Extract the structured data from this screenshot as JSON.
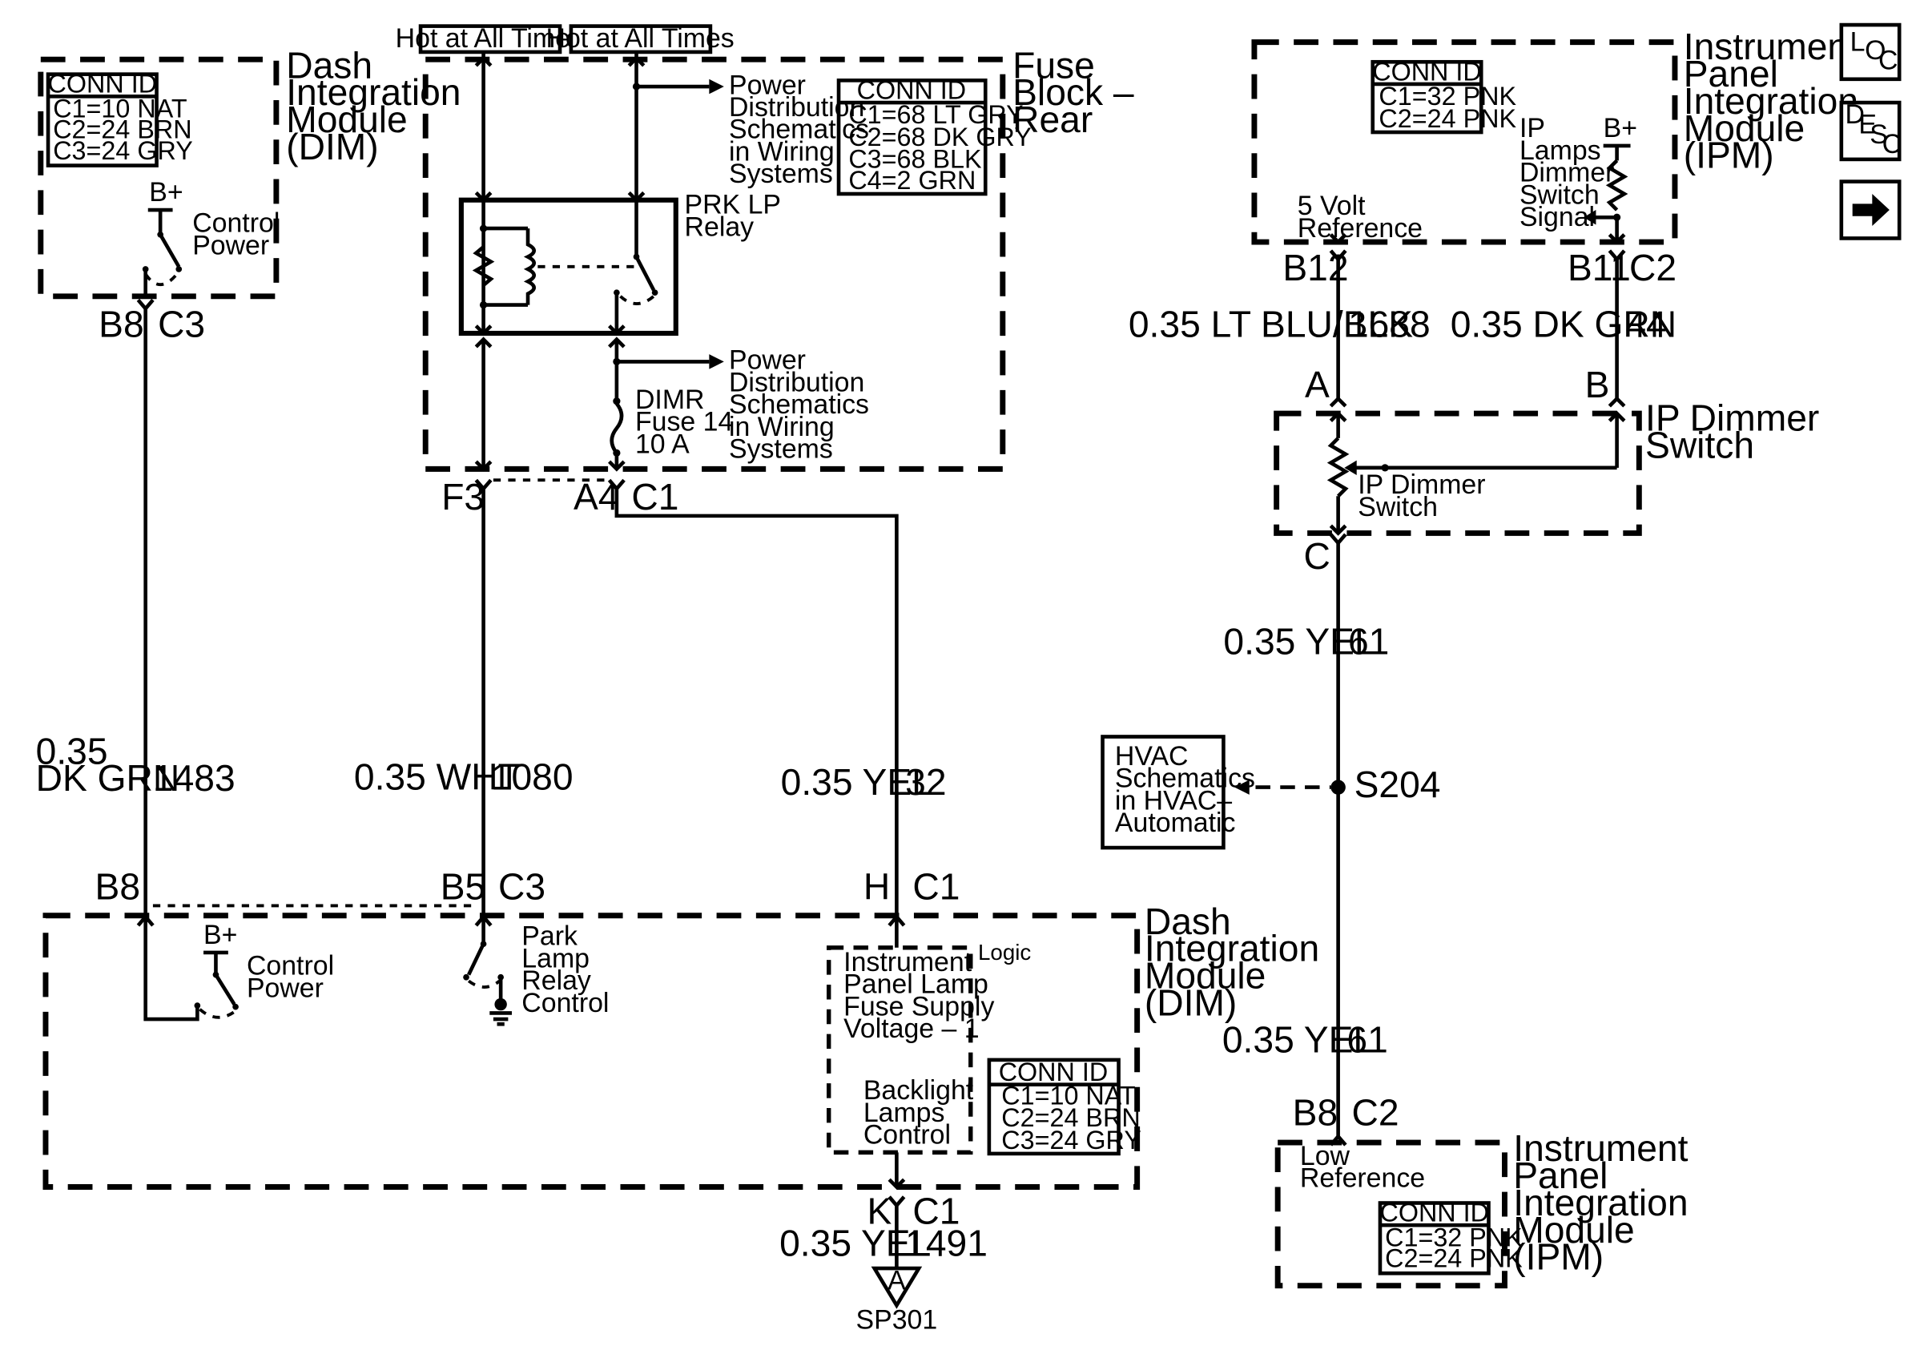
{
  "hot_labels": [
    "Hot at All Times",
    "Hot at All Times"
  ],
  "dim_top": {
    "title": [
      "Dash",
      "Integration",
      "Module",
      "(DIM)"
    ],
    "conn_id": {
      "header": "CONN ID",
      "rows": [
        "C1=10 NAT",
        "C2=24 BRN",
        "C3=24 GRY"
      ]
    },
    "bplus": "B+",
    "switch_label": [
      "Control",
      "Power"
    ],
    "pin": "B8",
    "connector": "C3"
  },
  "fuse_block": {
    "title": [
      "Fuse",
      "Block –",
      "Rear"
    ],
    "conn_id": {
      "header": "CONN ID",
      "rows": [
        "C1=68 LT GRY",
        "C2=68 DK GRY",
        "C3=68 BLK",
        "C4=2 GRN"
      ]
    },
    "power_dist_1": [
      "Power",
      "Distribution",
      "Schematics",
      "in Wiring",
      "Systems"
    ],
    "power_dist_2": [
      "Power",
      "Distribution",
      "Schematics",
      "in Wiring",
      "Systems"
    ],
    "relay_label": [
      "PRK LP",
      "Relay"
    ],
    "fuse_label": [
      "DIMR",
      "Fuse 14",
      "10 A"
    ],
    "pin_left": "F3",
    "pin_right": "A4",
    "connector": "C1"
  },
  "wires": [
    {
      "size": "0.35",
      "color": "DK GRN",
      "circuit": "1483"
    },
    {
      "size": "0.35 WHT",
      "circuit": "1080"
    },
    {
      "size": "0.35 YEL",
      "circuit": "32"
    },
    {
      "size": "0.35 LT BLU/BLK",
      "circuit": "1688"
    },
    {
      "size": "0.35 DK GRN",
      "circuit": "44"
    },
    {
      "size": "0.35 YEL",
      "circuit": "61"
    },
    {
      "size": "0.35 YEL",
      "circuit": "61"
    },
    {
      "size": "0.35 YEL",
      "circuit": "1491"
    }
  ],
  "dim_bottom": {
    "title": [
      "Dash",
      "Integration",
      "Module",
      "(DIM)"
    ],
    "pins": {
      "b8": "B8",
      "b5": "B5",
      "c3": "C3",
      "h": "H",
      "c1": "C1",
      "k": "K",
      "k_conn": "C1"
    },
    "bplus": "B+",
    "control_power": [
      "Control",
      "Power"
    ],
    "park_relay": [
      "Park",
      "Lamp",
      "Relay",
      "Control"
    ],
    "logic": "Logic",
    "logic_text_1": [
      "Instrument",
      "Panel Lamp",
      "Fuse Supply",
      "Voltage – 1"
    ],
    "logic_text_2": [
      "Backlight",
      "Lamps",
      "Control"
    ],
    "conn_id": {
      "header": "CONN ID",
      "rows": [
        "C1=10 NAT",
        "C2=24 BRN",
        "C3=24 GRY"
      ]
    }
  },
  "splice_pack": {
    "letter": "A",
    "name": "SP301"
  },
  "ipm_top": {
    "title": [
      "Instrument",
      "Panel",
      "Integration",
      "Module",
      "(IPM)"
    ],
    "conn_id": {
      "header": "CONN ID",
      "rows": [
        "C1=32 PNK",
        "C2=24 PNK"
      ]
    },
    "bplus": "B+",
    "signal": [
      "IP",
      "Lamps",
      "Dimmer",
      "Switch",
      "Signal"
    ],
    "reference": [
      "5 Volt",
      "Reference"
    ],
    "pin_left": "B12",
    "pin_right": "B11",
    "connector": "C2"
  },
  "ip_dimmer": {
    "title": [
      "IP Dimmer",
      "Switch"
    ],
    "inner": [
      "IP Dimmer",
      "Switch"
    ],
    "pin_a": "A",
    "pin_b": "B",
    "pin_c": "C"
  },
  "splice": "S204",
  "hvac": [
    "HVAC",
    "Schematics",
    "in HVAC–",
    "Automatic"
  ],
  "ipm_bottom": {
    "title": [
      "Instrument",
      "Panel",
      "Integration",
      "Module",
      "(IPM)"
    ],
    "low_ref": [
      "Low",
      "Reference"
    ],
    "conn_id": {
      "header": "CONN ID",
      "rows": [
        "C1=32 PNK",
        "C2=24 PNK"
      ]
    },
    "pin": "B8",
    "connector": "C2"
  },
  "nav": {
    "loc": {
      "a": "L",
      "b": "O",
      "c": "C"
    },
    "desc": {
      "a": "D",
      "b": "E",
      "c": "S",
      "d": "C"
    },
    "next_icon": "arrow-right-icon"
  }
}
